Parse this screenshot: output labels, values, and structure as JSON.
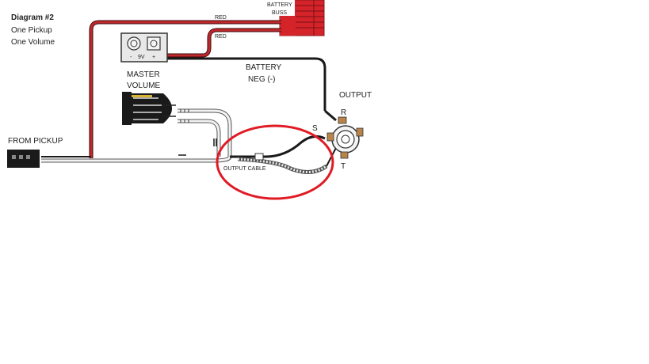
{
  "diagram": {
    "title": "Diagram #2",
    "subtitle_line1": "One Pickup",
    "subtitle_line2": "One Volume"
  },
  "labels": {
    "battery_buss_line1": "BATTERY",
    "battery_buss_line2": "BUSS",
    "red_wire_top": "RED",
    "red_wire_lower": "RED",
    "battery_9v": "9V",
    "battery_neg_sign": "-",
    "battery_pos_sign": "+",
    "battery_neg_line1": "BATTERY",
    "battery_neg_line2": "NEG (-)",
    "master_volume_line1": "MASTER",
    "master_volume_line2": "VOLUME",
    "output": "OUTPUT",
    "jack_ring": "R",
    "jack_sleeve": "S",
    "jack_tip": "T",
    "from_pickup": "FROM PICKUP",
    "output_cable": "OUTPUT CABLE"
  },
  "colors": {
    "red_wire": "#c0282d",
    "black_wire": "#1a1a1a",
    "cable_outline": "#555555",
    "buss_red": "#d4242a",
    "highlight_circle": "#e01b24",
    "jack_brass": "#b8844a"
  }
}
